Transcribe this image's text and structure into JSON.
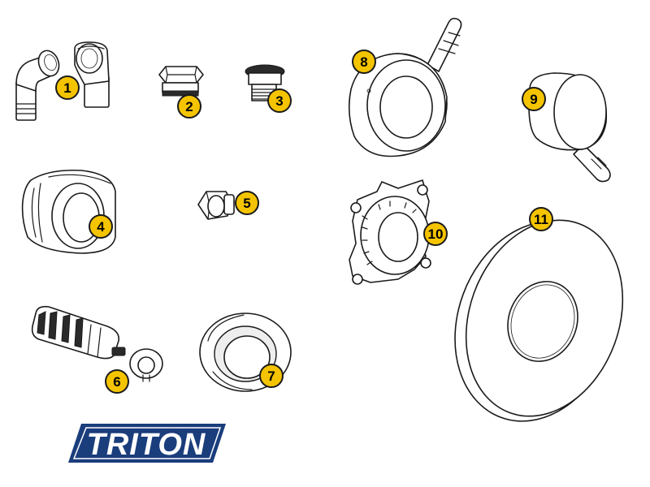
{
  "colors": {
    "badge_fill": "#f5c400",
    "badge_outline": "#1a1a1a",
    "brand_blue": "#1a3d7c",
    "line": "#1a1a1a"
  },
  "parts": [
    {
      "number": "1",
      "icon": "elbow-connectors-icon"
    },
    {
      "number": "2",
      "icon": "blanking-plug-icon"
    },
    {
      "number": "3",
      "icon": "threaded-adaptor-icon"
    },
    {
      "number": "4",
      "icon": "shroud-sleeve-icon"
    },
    {
      "number": "5",
      "icon": "compression-nut-icon"
    },
    {
      "number": "6",
      "icon": "cartridge-and-clip-icon"
    },
    {
      "number": "7",
      "icon": "trim-collar-icon"
    },
    {
      "number": "8",
      "icon": "flow-knob-icon"
    },
    {
      "number": "9",
      "icon": "temperature-knob-icon"
    },
    {
      "number": "10",
      "icon": "mounting-bracket-icon"
    },
    {
      "number": "11",
      "icon": "concealing-plate-icon"
    }
  ],
  "logo": {
    "text": "TRITON"
  }
}
